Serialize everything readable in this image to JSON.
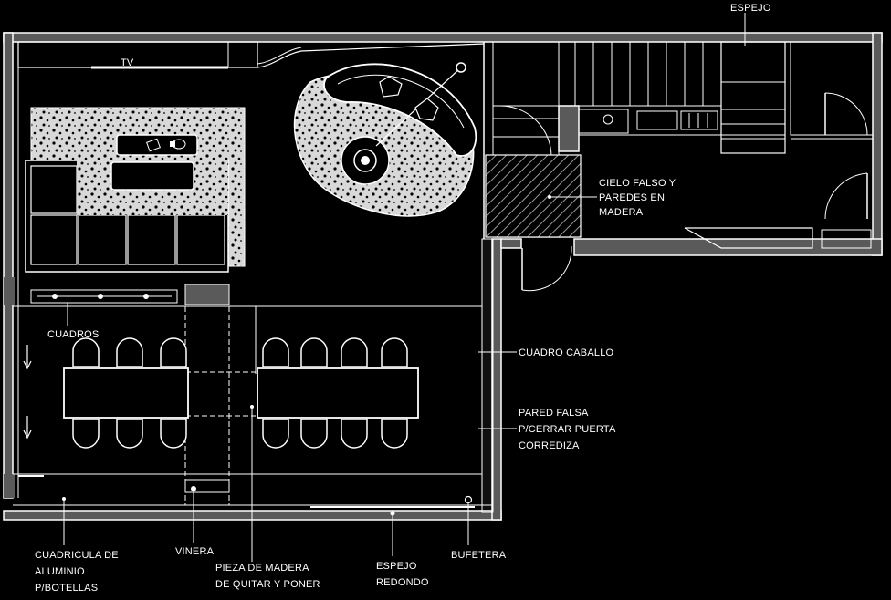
{
  "labels": {
    "espejo_top": "ESPEJO",
    "tv": "TV",
    "cielo": [
      "CIELO FALSO Y",
      "PAREDES EN",
      "MADERA"
    ],
    "cuadros": "CUADROS",
    "cuadro_caballo": "CUADRO CABALLO",
    "pared_falsa": [
      "PARED FALSA",
      "P/CERRAR PUERTA",
      "CORREDIZA"
    ],
    "cuadricula": [
      "CUADRICULA DE",
      "ALUMINIO",
      "P/BOTELLAS"
    ],
    "vinera": "VINERA",
    "pieza": [
      "PIEZA DE MADERA",
      "DE QUITAR Y PONER"
    ],
    "espejo_redondo": [
      "ESPEJO",
      "REDONDO"
    ],
    "bufetera": "BUFETERA"
  },
  "colors": {
    "background": "#000000",
    "lines": "#ffffff",
    "wall_fill": "#5a5a5a"
  }
}
